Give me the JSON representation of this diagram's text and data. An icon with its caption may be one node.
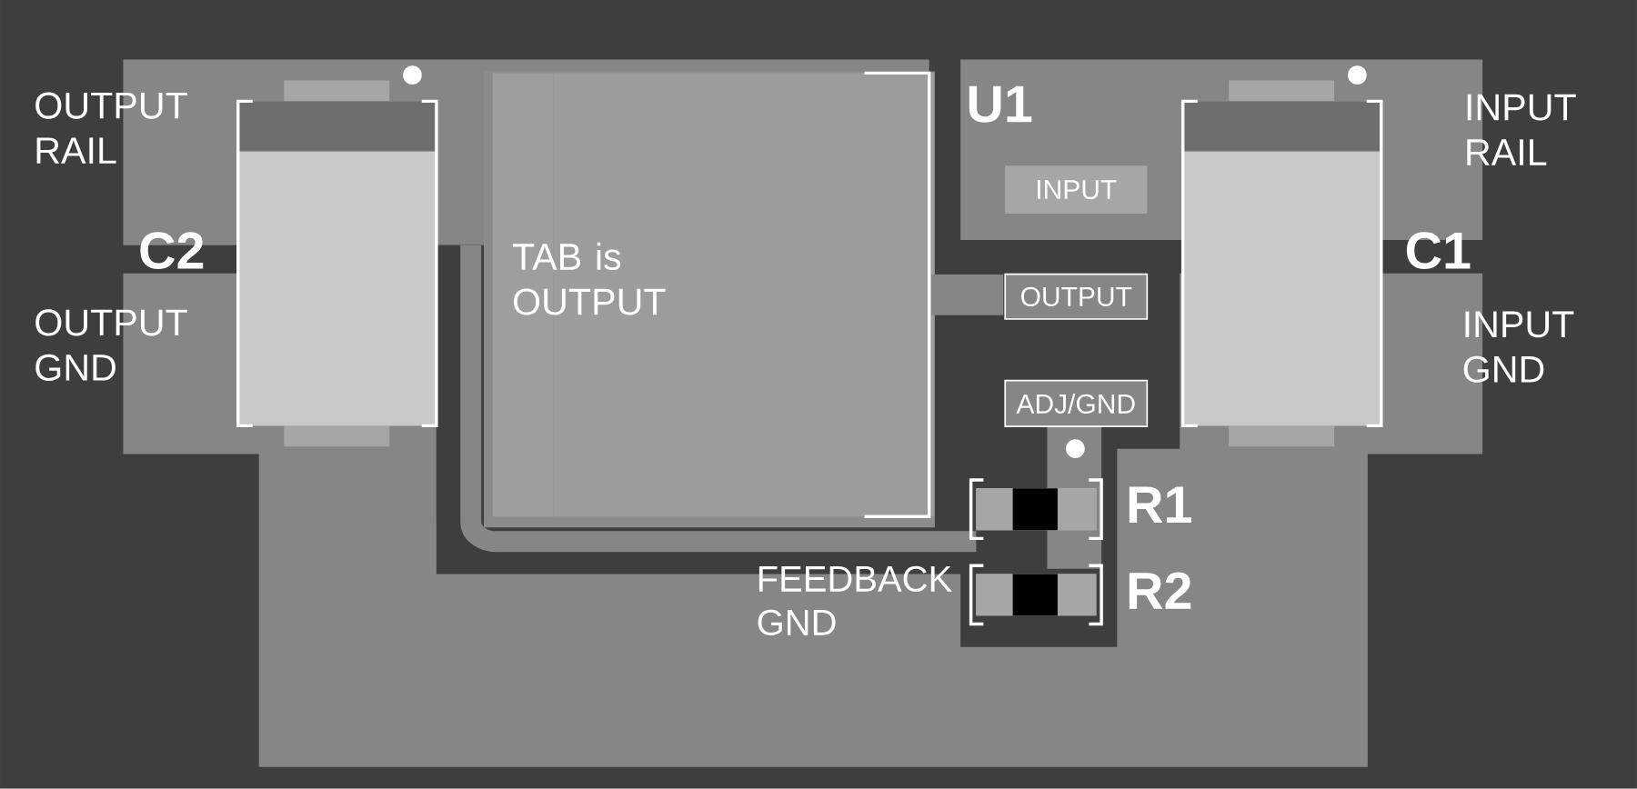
{
  "diagram": {
    "nodes": [
      {
        "text": [
          "TAB is OUTPUT"
        ]
      },
      {
        "text": [
          "INPUT"
        ]
      },
      {
        "text": [
          "OUTPUT"
        ]
      },
      {
        "text": [
          "ADJ/GND"
        ]
      }
    ],
    "labels": [
      "OUTPUT RAIL",
      "U1",
      "INPUT RAIL",
      "C2",
      "C1",
      "OUTPUT GND",
      "INPUT GND",
      "R1",
      "FEEDBACK GND",
      "R2"
    ]
  }
}
